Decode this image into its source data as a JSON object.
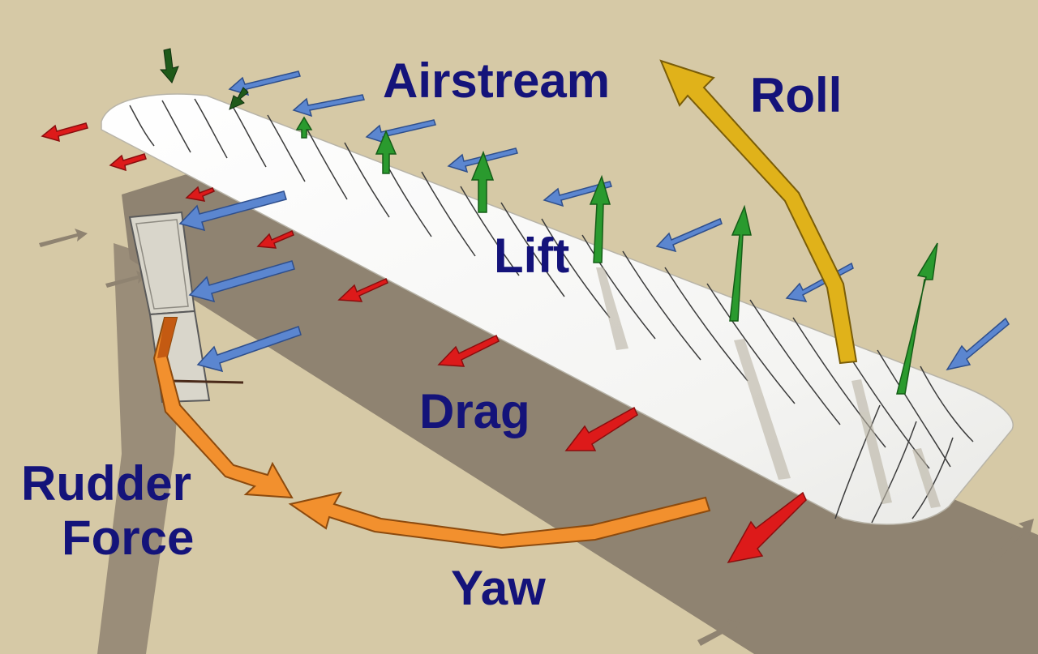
{
  "labels": {
    "airstream": "Airstream",
    "roll": "Roll",
    "lift": "Lift",
    "drag": "Drag",
    "rudder_force_line1": "Rudder",
    "rudder_force_line2": "Force",
    "yaw": "Yaw"
  },
  "colors": {
    "background": "#d6c9a6",
    "label_text": "#14137a",
    "airstream_arrow": "#5b86d0",
    "lift_arrow": "#2a9a2e",
    "drag_arrow": "#dd1a1a",
    "roll_arrow": "#e0b21a",
    "yaw_arrow": "#f2902e",
    "wing": "#ffffff",
    "shadow": "#8f8371"
  }
}
